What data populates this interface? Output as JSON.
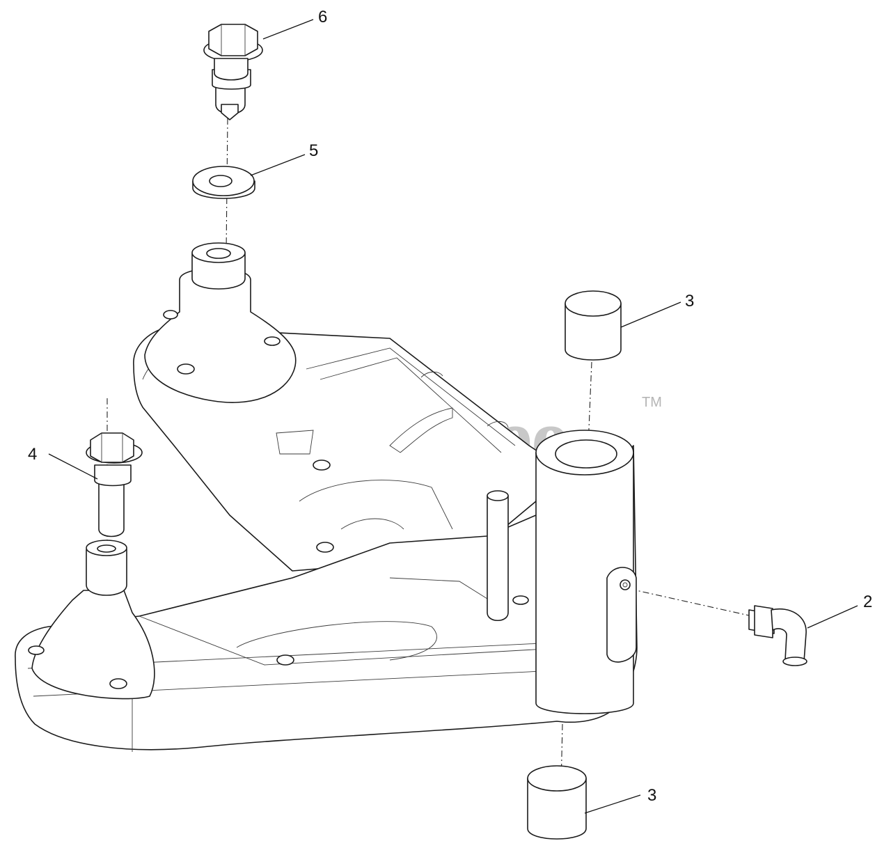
{
  "watermark": {
    "brand": "PartsTree",
    "trademark": "TM"
  },
  "callouts": [
    {
      "id": "callout-6",
      "label": "6",
      "part": "flange-bolt"
    },
    {
      "id": "callout-5",
      "label": "5",
      "part": "washer"
    },
    {
      "id": "callout-4",
      "label": "4",
      "part": "flange-bolt"
    },
    {
      "id": "callout-3-upper",
      "label": "3",
      "part": "bushing"
    },
    {
      "id": "callout-3-lower",
      "label": "3",
      "part": "bushing"
    },
    {
      "id": "callout-2",
      "label": "2",
      "part": "grease-fitting"
    }
  ]
}
